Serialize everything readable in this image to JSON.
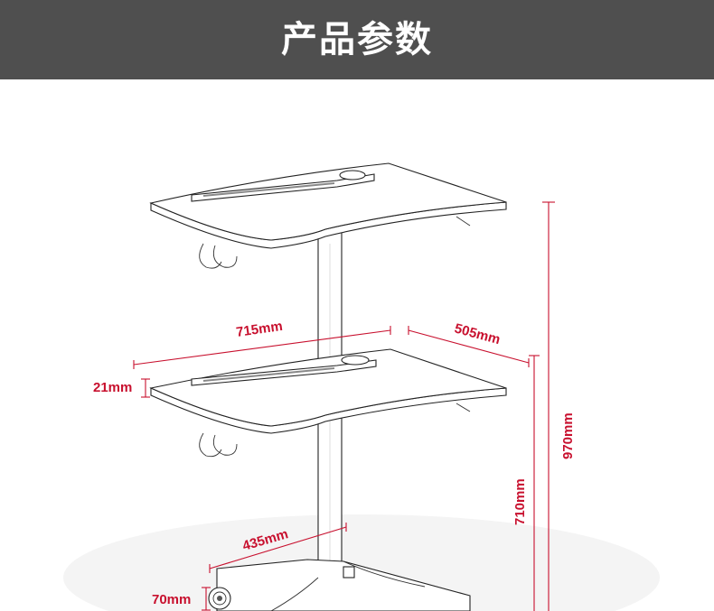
{
  "header": {
    "title": "产品参数"
  },
  "dimensions": {
    "width": "715mm",
    "depth": "505mm",
    "thickness": "21mm",
    "min_height": "710mm",
    "max_height": "970mm",
    "base": "435mm",
    "caster": "70mm"
  },
  "colors": {
    "header_bg": "#4f4f4f",
    "dimension_red": "#c8102e"
  }
}
